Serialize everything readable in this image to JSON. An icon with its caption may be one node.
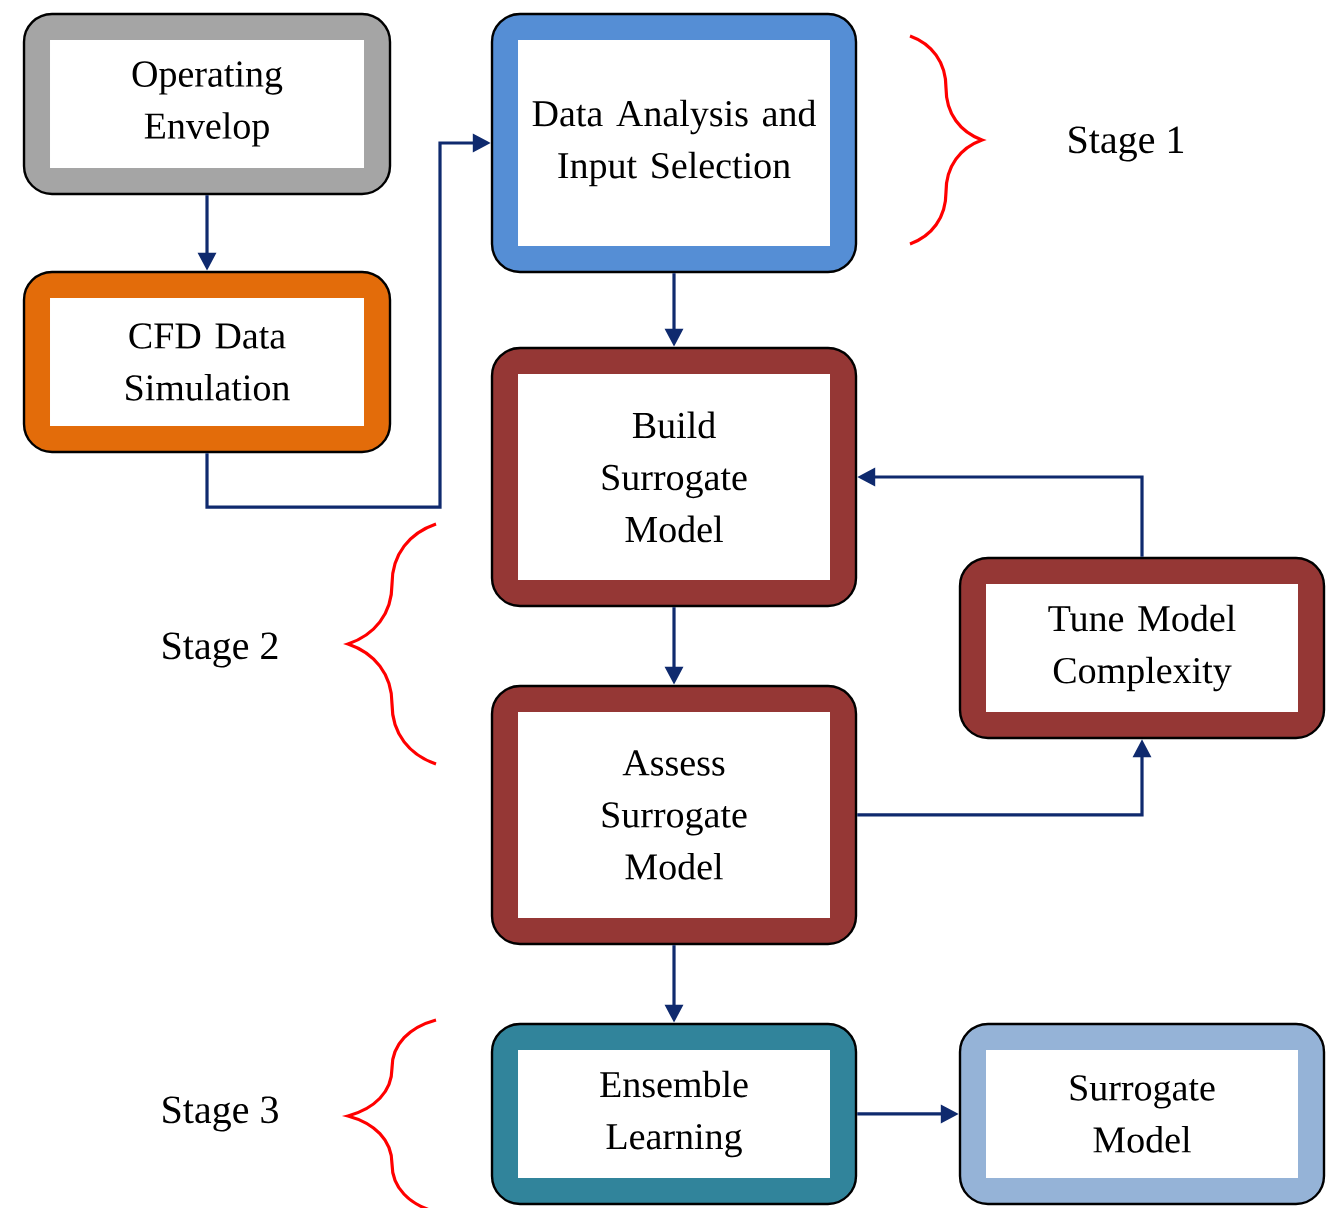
{
  "diagram": {
    "nodes": [
      {
        "text": [
          "Operating Envelop"
        ]
      },
      {
        "text": [
          "CFD Data Simulation"
        ]
      },
      {
        "text": [
          "Data Analysis and Input Selection"
        ]
      },
      {
        "text": [
          "Build Surrogate Model"
        ]
      },
      {
        "text": [
          "Tune Model Complexity"
        ]
      },
      {
        "text": [
          "Assess Surrogate Model"
        ]
      },
      {
        "text": [
          "Ensemble Learning"
        ]
      },
      {
        "text": [
          "Surrogate Model"
        ]
      }
    ],
    "edges": [
      {
        "from": 0,
        "to": 1,
        "arrow": "to"
      },
      {
        "from": 1,
        "to": 2,
        "arrow": "to"
      },
      {
        "from": 2,
        "to": 3,
        "arrow": "to"
      },
      {
        "from": 3,
        "to": 5,
        "arrow": "to"
      },
      {
        "from": 5,
        "to": 4,
        "arrow": "to"
      },
      {
        "from": 4,
        "to": 3,
        "arrow": "to"
      },
      {
        "from": 5,
        "to": 6,
        "arrow": "to"
      },
      {
        "from": 6,
        "to": 7,
        "arrow": "to"
      }
    ],
    "labels": [
      "Stage 1",
      "Stage 2",
      "Stage 3"
    ]
  }
}
